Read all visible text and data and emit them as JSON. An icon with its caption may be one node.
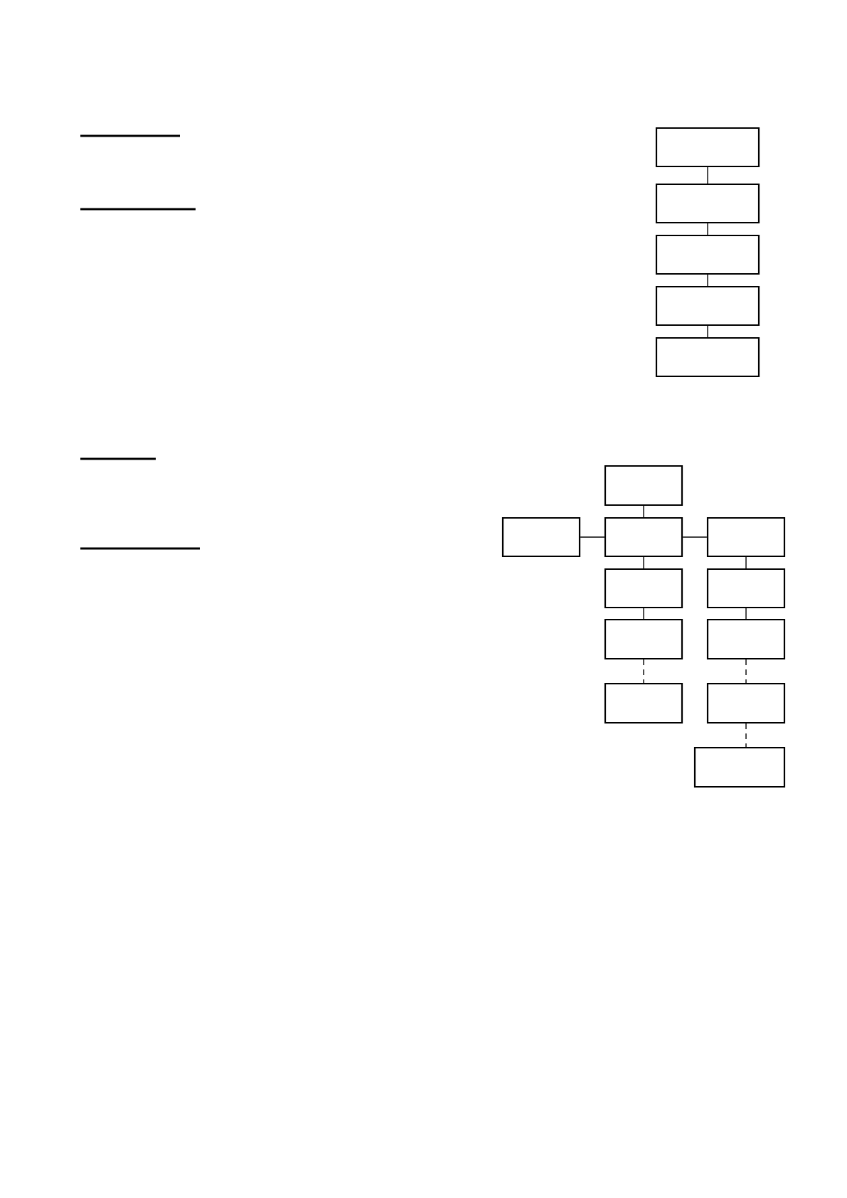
{
  "diagram": {
    "nodes": [
      {
        "text": [],
        "shape": "box"
      },
      {
        "text": [],
        "shape": "box"
      },
      {
        "text": [],
        "shape": "box"
      },
      {
        "text": [],
        "shape": "box"
      },
      {
        "text": [],
        "shape": "box"
      },
      {
        "text": [],
        "shape": "box"
      },
      {
        "text": [],
        "shape": "box"
      },
      {
        "text": [],
        "shape": "box"
      },
      {
        "text": [],
        "shape": "box"
      },
      {
        "text": [],
        "shape": "box"
      },
      {
        "text": [],
        "shape": "box"
      },
      {
        "text": [],
        "shape": "box"
      },
      {
        "text": [],
        "shape": "box"
      },
      {
        "text": [],
        "shape": "box"
      },
      {
        "text": [],
        "shape": "box"
      },
      {
        "text": [],
        "shape": "box"
      }
    ],
    "edges": [
      {
        "from": 0,
        "to": 1,
        "arrow": "none"
      },
      {
        "from": 1,
        "to": 2,
        "arrow": "none"
      },
      {
        "from": 2,
        "to": 3,
        "arrow": "none"
      },
      {
        "from": 3,
        "to": 4,
        "arrow": "none"
      },
      {
        "from": 5,
        "to": 7,
        "arrow": "none"
      },
      {
        "from": 6,
        "to": 7,
        "arrow": "none"
      },
      {
        "from": 7,
        "to": 8,
        "arrow": "none"
      },
      {
        "from": 7,
        "to": 9,
        "arrow": "none"
      },
      {
        "from": 8,
        "to": 10,
        "arrow": "none"
      },
      {
        "from": 9,
        "to": 11,
        "arrow": "none"
      },
      {
        "from": 10,
        "to": 12,
        "arrow": "none"
      },
      {
        "from": 11,
        "to": 13,
        "arrow": "none",
        "style": "dashed"
      },
      {
        "from": 12,
        "to": 14,
        "arrow": "none",
        "style": "dashed"
      },
      {
        "from": 14,
        "to": 15,
        "arrow": "none",
        "style": "dashed"
      }
    ]
  }
}
